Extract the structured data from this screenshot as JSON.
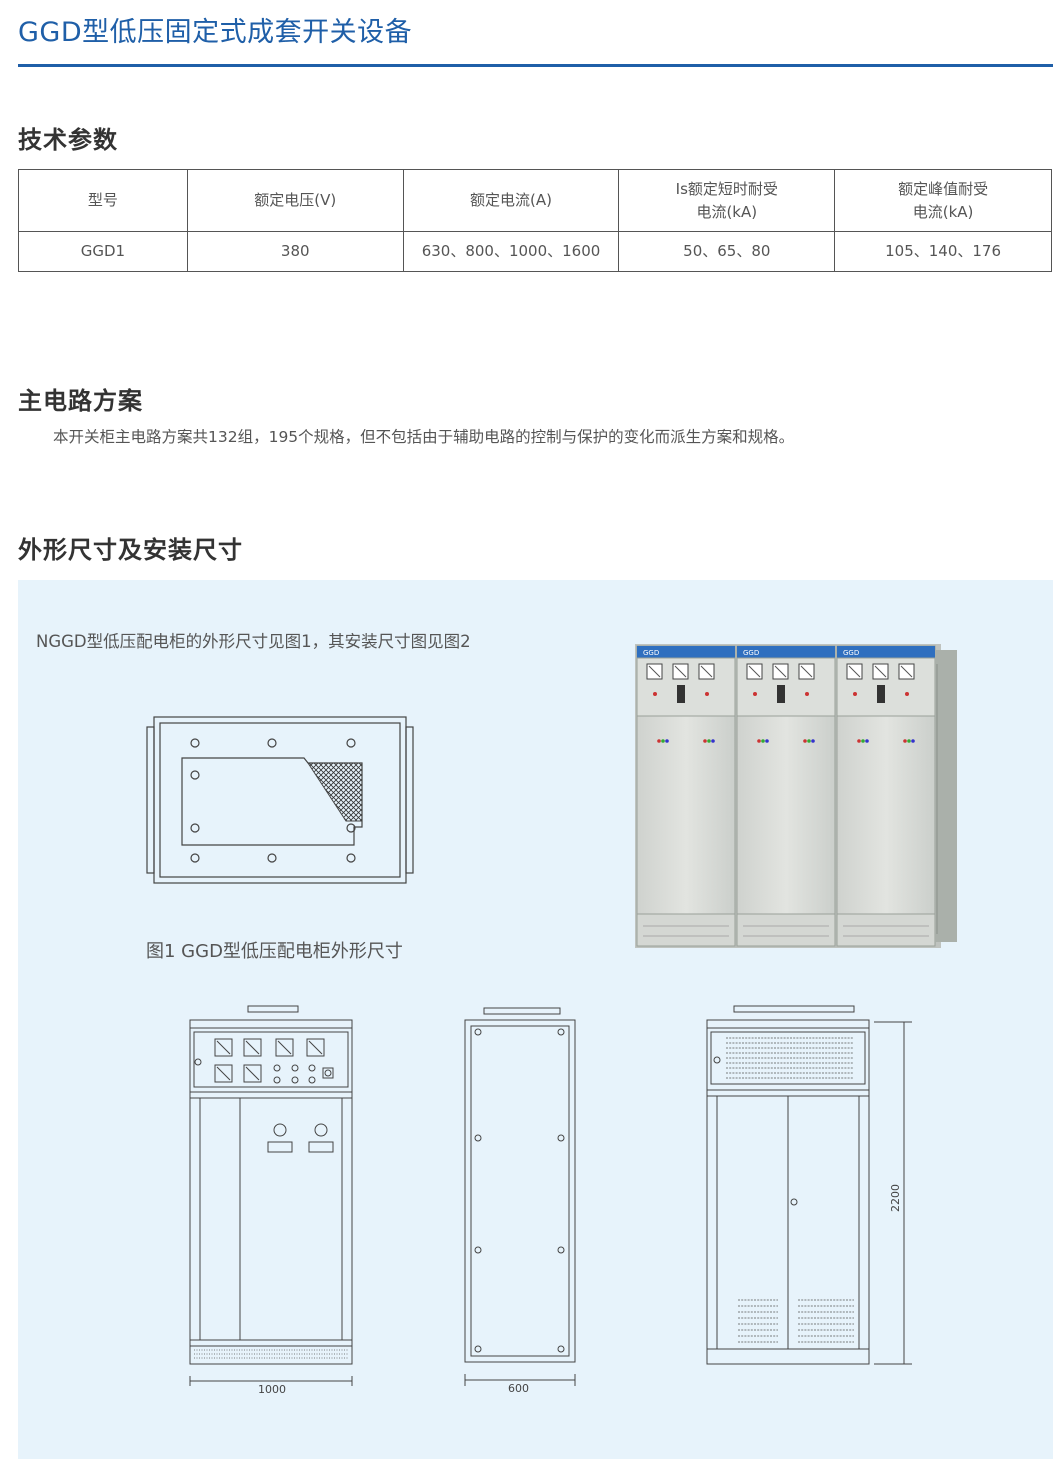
{
  "page": {
    "title": "GGD型低压固定式成套开关设备"
  },
  "tech_params": {
    "heading": "技术参数",
    "headers": [
      {
        "line1": "型号",
        "line2": ""
      },
      {
        "line1": "额定电压(V)",
        "line2": ""
      },
      {
        "line1": "额定电流(A)",
        "line2": ""
      },
      {
        "line1": "Is额定短时耐受",
        "line2": "电流(kA)"
      },
      {
        "line1": "额定峰值耐受",
        "line2": "电流(kA)"
      }
    ],
    "row": [
      "GGD1",
      "380",
      "630、800、1000、1600",
      "50、65、80",
      "105、140、176"
    ]
  },
  "main_circuit": {
    "heading": "主电路方案",
    "text": "本开关柜主电路方案共132组，195个规格，但不包括由于辅助电路的控制与保护的变化而派生方案和规格。"
  },
  "dimensions": {
    "heading": "外形尺寸及安装尺寸",
    "note": "NGGD型低压配电柜的外形尺寸见图1，其安装尺寸图见图2",
    "fig1_caption": "图1 GGD型低压配电柜外形尺寸",
    "photo_label": "GGD",
    "width_label": "1000",
    "depth_label": "600",
    "height_label": "2200"
  },
  "colors": {
    "accent": "#1f5fa8",
    "panel_bg": "#e7f3fb",
    "cabinet_blue": "#2f6fbf",
    "cabinet_body": "#d9dcd8"
  }
}
